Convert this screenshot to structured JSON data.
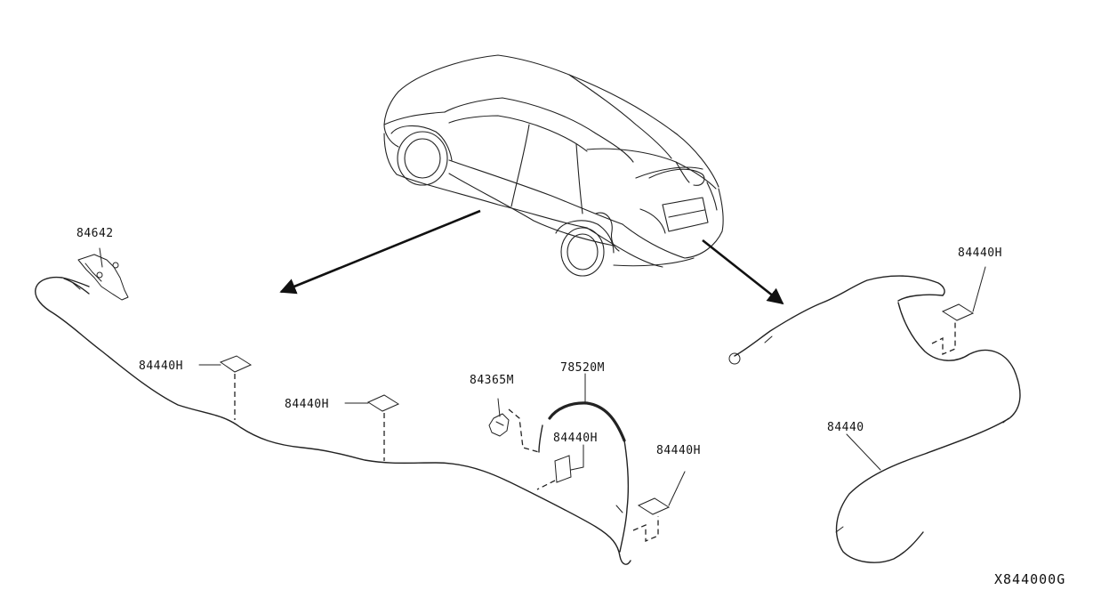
{
  "labels": {
    "bracket": "84642",
    "tape_left_1": "84440H",
    "tape_left_2": "84440H",
    "clip": "84365M",
    "finisher": "78520M",
    "tape_center": "84440H",
    "tape_right_low": "84440H",
    "tape_right_top": "84440H",
    "harness": "84440"
  },
  "figure_code": "X844000G"
}
